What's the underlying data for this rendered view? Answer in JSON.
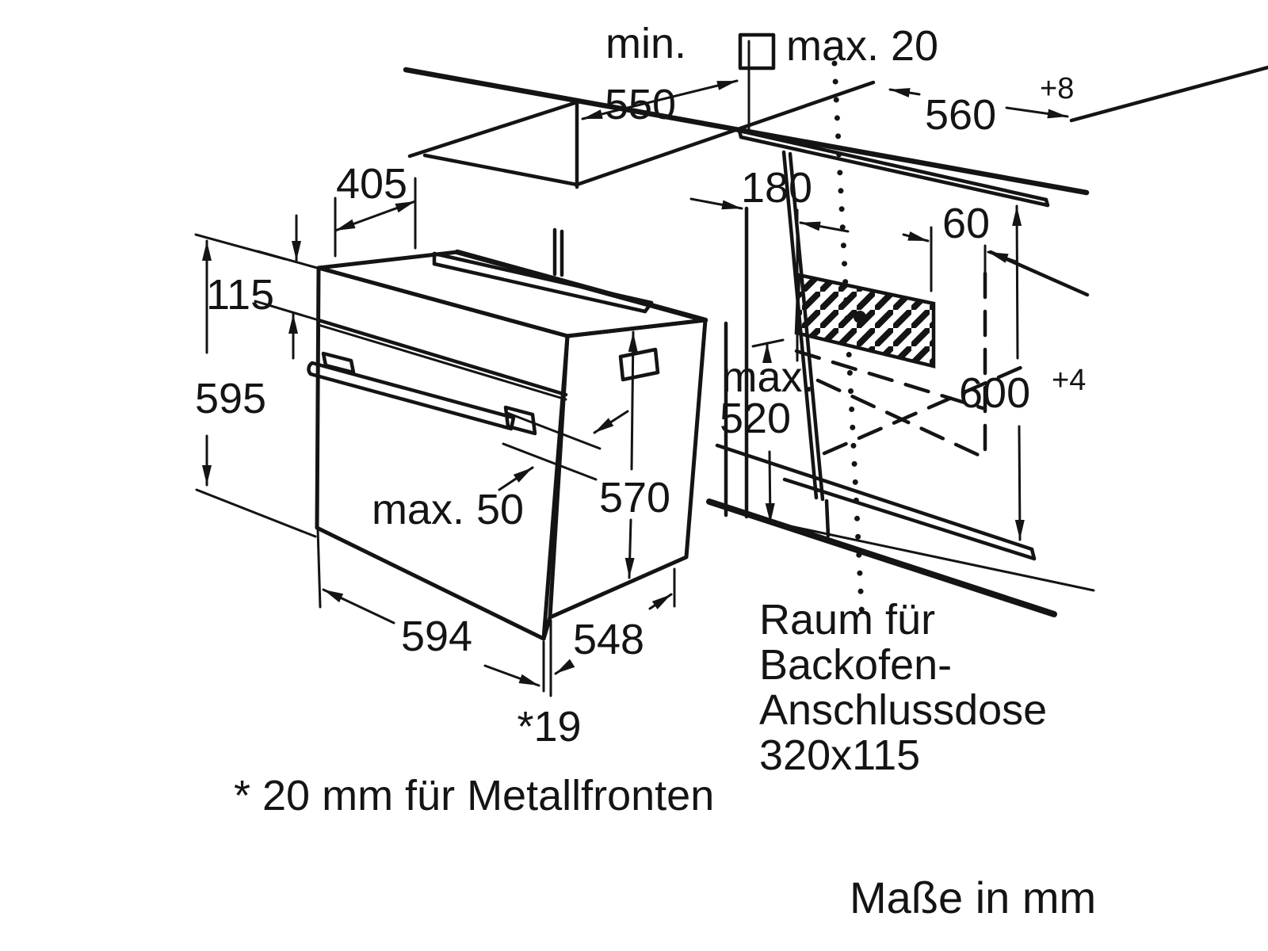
{
  "drawing": {
    "title_hint": "built-in oven installation drawing",
    "colors": {
      "line": "#141414",
      "background": "#ffffff"
    },
    "dimensions": {
      "min_550": {
        "prefix": "min.",
        "value": "550"
      },
      "max_20": {
        "label": "max. 20"
      },
      "width_560": {
        "value": "560",
        "tolerance": "+8"
      },
      "d405": "405",
      "d115": "115",
      "d595": "595",
      "d180": "180",
      "d60": "60",
      "d600": {
        "value": "600",
        "tolerance": "+4"
      },
      "max_520": {
        "line1": "max.",
        "line2": "520"
      },
      "max_50": "max. 50",
      "d570": "570",
      "d594": "594",
      "d548": "548",
      "d19": "*19"
    },
    "notes": {
      "socket": [
        "Raum für",
        "Backofen-",
        "Anschlussdose",
        "320x115"
      ],
      "footnote": "* 20 mm für Metallfronten",
      "units": "Maße in mm"
    }
  }
}
